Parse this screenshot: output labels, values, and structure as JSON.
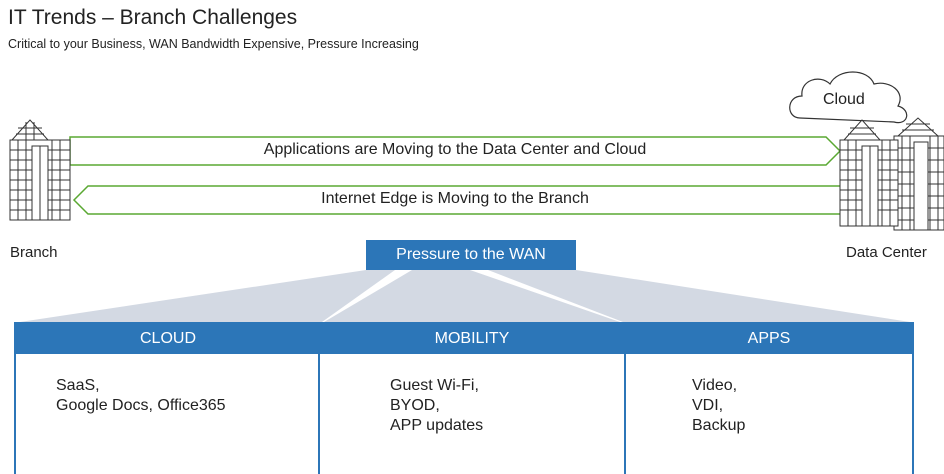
{
  "title": "IT Trends – Branch Challenges",
  "subtitle": "Critical to your Business, WAN Bandwidth Expensive, Pressure Increasing",
  "flows": {
    "outbound": "Applications are Moving to the Data Center and Cloud",
    "inbound": "Internet Edge is Moving to the Branch"
  },
  "locations": {
    "branch": "Branch",
    "data_center": "Data Center",
    "cloud": "Cloud"
  },
  "pressure_label": "Pressure to the WAN",
  "categories": [
    {
      "name": "CLOUD",
      "items": [
        "SaaS,",
        "Google Docs, Office365"
      ]
    },
    {
      "name": "MOBILITY",
      "items": [
        "Guest Wi-Fi,",
        "BYOD,",
        "APP updates"
      ]
    },
    {
      "name": "APPS",
      "items": [
        "Video,",
        "VDI,",
        "Backup"
      ]
    }
  ],
  "colors": {
    "accent_blue": "#2c76b8",
    "arrow_green": "#5aa832",
    "fan_gray": "#d3d9e3"
  },
  "icons": [
    "branch-building-icon",
    "data-center-building-icon",
    "cloud-icon"
  ]
}
